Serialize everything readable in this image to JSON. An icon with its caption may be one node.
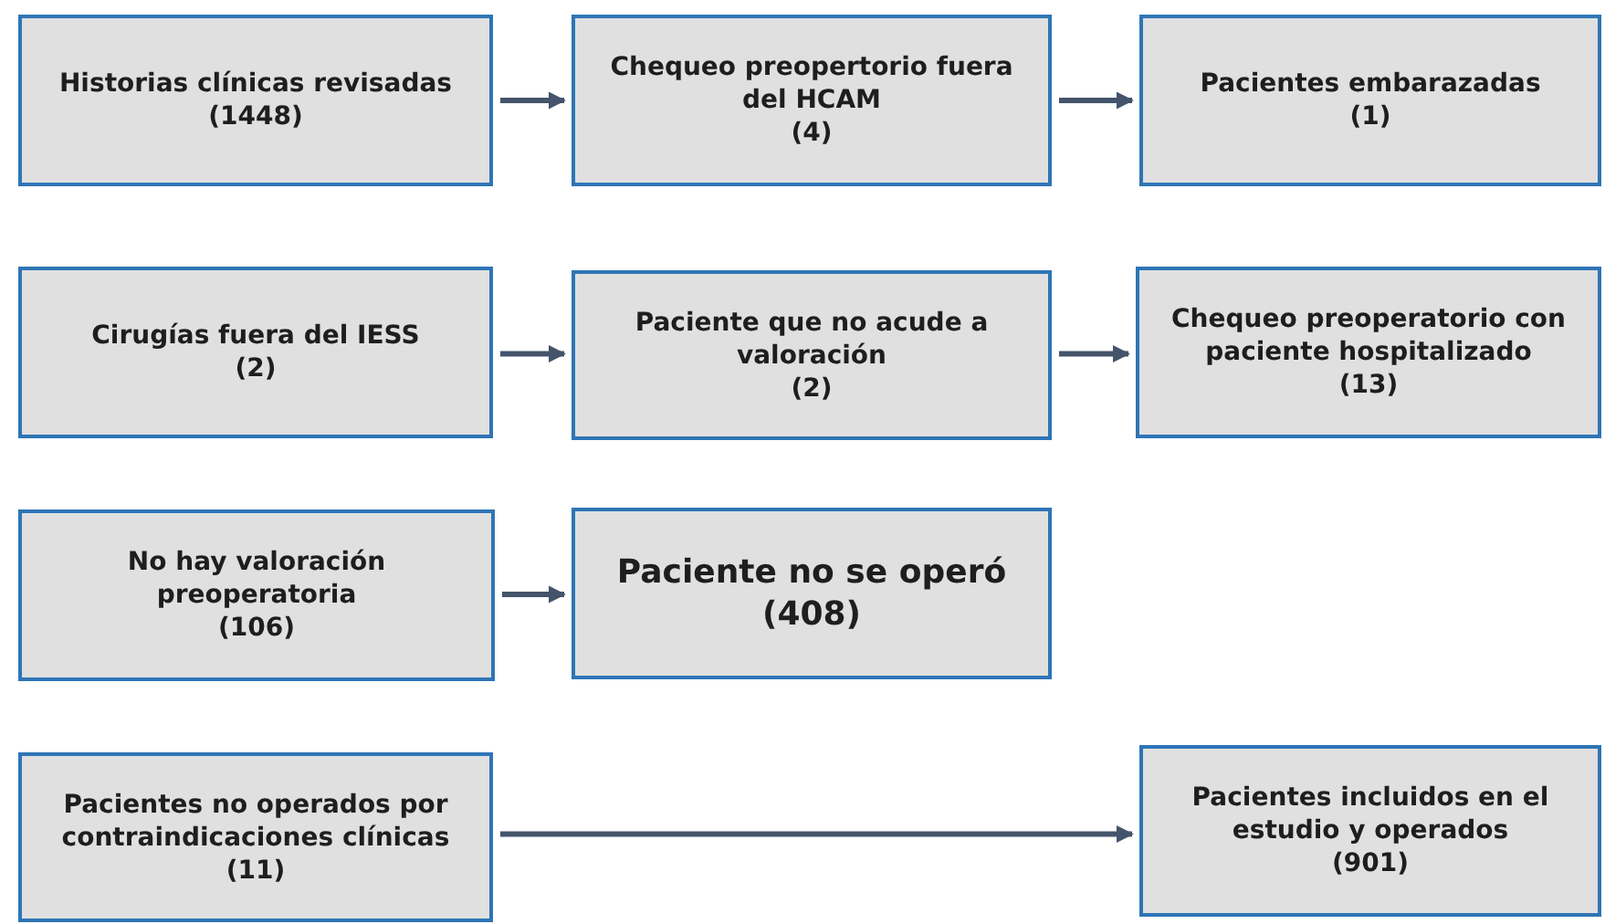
{
  "diagram": {
    "nodes": [
      {
        "text": [
          "Historias clínicas revisadas",
          "(1448)"
        ]
      },
      {
        "text": [
          "Chequeo preopertorio fuera del HCAM",
          "(4)"
        ]
      },
      {
        "text": [
          "Pacientes embarazadas",
          "(1)"
        ]
      },
      {
        "text": [
          "Cirugías fuera del IESS",
          "(2)"
        ]
      },
      {
        "text": [
          "Paciente que no acude a valoración",
          "(2)"
        ]
      },
      {
        "text": [
          "Chequeo preoperatorio con paciente hospitalizado",
          "(13)"
        ]
      },
      {
        "text": [
          "No hay valoración preoperatoria",
          "(106)"
        ]
      },
      {
        "text": [
          "Paciente no se operó",
          "(408)"
        ]
      },
      {
        "text": [
          "Pacientes no operados por contraindicaciones clínicas (11)"
        ]
      },
      {
        "text": [
          "Pacientes incluidos en el estudio y operados",
          "(901)"
        ]
      }
    ],
    "edges": [
      {
        "from": 0,
        "to": 1,
        "arrow": "to"
      },
      {
        "from": 1,
        "to": 2,
        "arrow": "to"
      },
      {
        "from": 3,
        "to": 4,
        "arrow": "to"
      },
      {
        "from": 4,
        "to": 5,
        "arrow": "to"
      },
      {
        "from": 6,
        "to": 7,
        "arrow": "to"
      },
      {
        "from": 8,
        "to": 9,
        "arrow": "to"
      }
    ]
  }
}
